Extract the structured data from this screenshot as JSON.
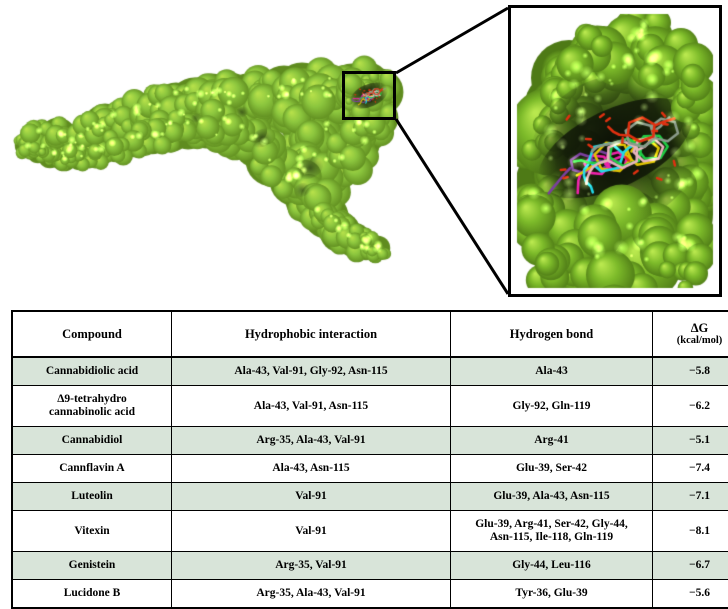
{
  "figure": {
    "main_structure": {
      "label": "protein-surface-full",
      "surface_color": "#8cc63e",
      "surface_color_light": "#b5e04a",
      "surface_color_dark": "#5f8c1f",
      "background": "#ffffff"
    },
    "callout_box": {
      "label": "binding-site-highlight-box",
      "border_color": "#000000"
    },
    "inset": {
      "label": "binding-pocket-zoom",
      "border_color": "#000000",
      "surface_color": "#7dbb2a",
      "ligands": [
        {
          "name": "ligand-purple",
          "color": "#7b3f9e"
        },
        {
          "name": "ligand-magenta",
          "color": "#ee22aa"
        },
        {
          "name": "ligand-yellow",
          "color": "#e0c400"
        },
        {
          "name": "ligand-cyan",
          "color": "#22d8e8"
        },
        {
          "name": "ligand-green",
          "color": "#1fcc44"
        },
        {
          "name": "ligand-pink",
          "color": "#e8b4bd"
        },
        {
          "name": "ligand-gray",
          "color": "#8a9a8a"
        },
        {
          "name": "ligand-red-oxygen",
          "color": "#e03010"
        }
      ]
    }
  },
  "table": {
    "headers": {
      "compound": "Compound",
      "hydrophobic": "Hydrophobic interaction",
      "hydrogen_bond": "Hydrogen bond",
      "dg_symbol": "ΔG",
      "dg_units": "(kcal/mol)"
    },
    "rows": [
      {
        "compound": "Cannabidiolic acid",
        "compound_line2": "",
        "hydrophobic": "Ala-43, Val-91, Gly-92, Asn-115",
        "hydrogen_bond": "Ala-43",
        "hydrogen_bond_line2": "",
        "dg": "−5.8",
        "shaded": true
      },
      {
        "compound": "Δ9-tetrahydro",
        "compound_line2": "cannabinolic acid",
        "hydrophobic": "Ala-43, Val-91, Asn-115",
        "hydrogen_bond": "Gly-92, Gln-119",
        "hydrogen_bond_line2": "",
        "dg": "−6.2",
        "shaded": false
      },
      {
        "compound": "Cannabidiol",
        "compound_line2": "",
        "hydrophobic": "Arg-35, Ala-43, Val-91",
        "hydrogen_bond": "Arg-41",
        "hydrogen_bond_line2": "",
        "dg": "−5.1",
        "shaded": true
      },
      {
        "compound": "Cannflavin A",
        "compound_line2": "",
        "hydrophobic": "Ala-43, Asn-115",
        "hydrogen_bond": "Glu-39, Ser-42",
        "hydrogen_bond_line2": "",
        "dg": "−7.4",
        "shaded": false
      },
      {
        "compound": "Luteolin",
        "compound_line2": "",
        "hydrophobic": "Val-91",
        "hydrogen_bond": "Glu-39, Ala-43, Asn-115",
        "hydrogen_bond_line2": "",
        "dg": "−7.1",
        "shaded": true
      },
      {
        "compound": "Vitexin",
        "compound_line2": "",
        "hydrophobic": "Val-91",
        "hydrogen_bond": "Glu-39, Arg-41, Ser-42, Gly-44,",
        "hydrogen_bond_line2": "Asn-115, Ile-118, Gln-119",
        "dg": "−8.1",
        "shaded": false
      },
      {
        "compound": "Genistein",
        "compound_line2": "",
        "hydrophobic": "Arg-35, Val-91",
        "hydrogen_bond": "Gly-44, Leu-116",
        "hydrogen_bond_line2": "",
        "dg": "−6.7",
        "shaded": true
      },
      {
        "compound": "Lucidone B",
        "compound_line2": "",
        "hydrophobic": "Arg-35, Ala-43, Val-91",
        "hydrogen_bond": "Tyr-36, Glu-39",
        "hydrogen_bond_line2": "",
        "dg": "−5.6",
        "shaded": false
      }
    ],
    "row_shade_color": "#d8e4d9"
  }
}
